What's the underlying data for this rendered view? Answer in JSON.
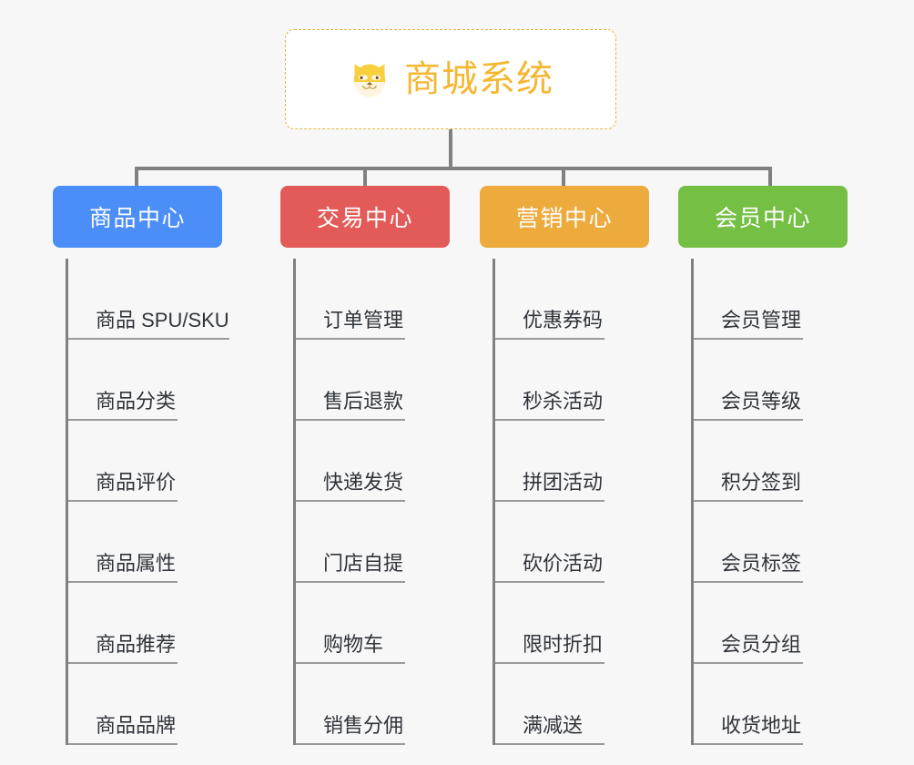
{
  "root": {
    "title": "商城系统",
    "icon": "shiba-dog-face-icon",
    "border_color": "#e8b339",
    "text_color": "#f5b731",
    "background": "#ffffff"
  },
  "canvas": {
    "background": "#f7f7f7",
    "connector_color": "#808080"
  },
  "branches": [
    {
      "label": "商品中心",
      "color": "#4c8ef7",
      "items": [
        "商品 SPU/SKU",
        "商品分类",
        "商品评价",
        "商品属性",
        "商品推荐",
        "商品品牌"
      ]
    },
    {
      "label": "交易中心",
      "color": "#e35b59",
      "items": [
        "订单管理",
        "售后退款",
        "快递发货",
        "门店自提",
        "购物车",
        "销售分佣"
      ]
    },
    {
      "label": "营销中心",
      "color": "#eeab3d",
      "items": [
        "优惠券码",
        "秒杀活动",
        "拼团活动",
        "砍价活动",
        "限时折扣",
        "满减送"
      ]
    },
    {
      "label": "会员中心",
      "color": "#76bf45",
      "items": [
        "会员管理",
        "会员等级",
        "积分签到",
        "会员标签",
        "会员分组",
        "收货地址"
      ]
    }
  ]
}
